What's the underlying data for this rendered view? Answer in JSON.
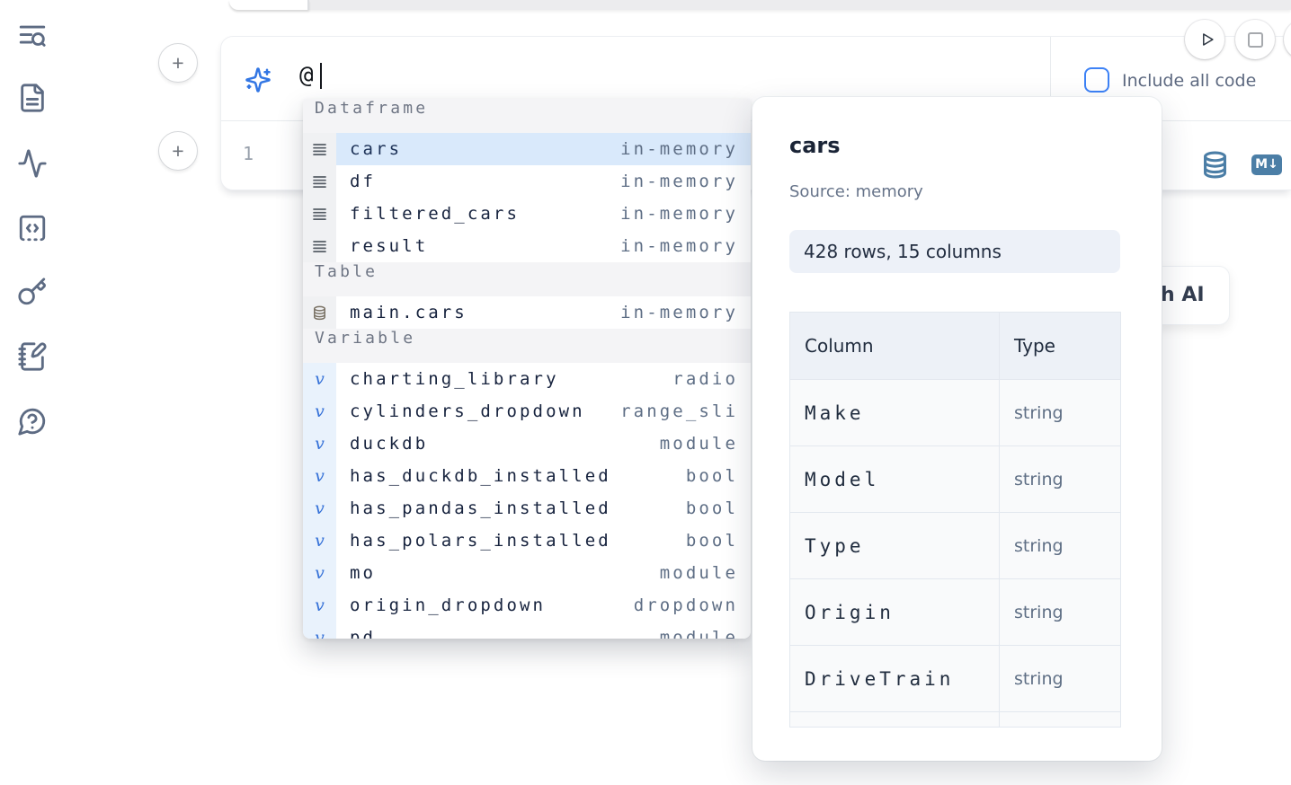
{
  "sidebar": {
    "items": [
      {
        "icon": "contents-search",
        "name": "search"
      },
      {
        "icon": "file-text",
        "name": "files"
      },
      {
        "icon": "activity",
        "name": "activity"
      },
      {
        "icon": "code-square",
        "name": "snippets"
      },
      {
        "icon": "key",
        "name": "keymap"
      },
      {
        "icon": "notebook-pen",
        "name": "scratchpad"
      },
      {
        "icon": "help-chat",
        "name": "help"
      }
    ]
  },
  "toolbar": {
    "include_all_code_label": "Include all code"
  },
  "prompt": {
    "value": "@"
  },
  "editor": {
    "line_number": "1",
    "markdown_badge": "M↓"
  },
  "autocomplete": {
    "sections": [
      {
        "label": "Dataframe",
        "items": [
          {
            "name": "cars",
            "type": "in-memory",
            "icon": "rows",
            "selected": true
          },
          {
            "name": "df",
            "type": "in-memory",
            "icon": "rows"
          },
          {
            "name": "filtered_cars",
            "type": "in-memory",
            "icon": "rows"
          },
          {
            "name": "result",
            "type": "in-memory",
            "icon": "rows"
          }
        ]
      },
      {
        "label": "Table",
        "items": [
          {
            "name": "main.cars",
            "type": "in-memory",
            "icon": "database"
          }
        ]
      },
      {
        "label": "Variable",
        "items": [
          {
            "name": "charting_library",
            "type": "radio",
            "icon": "variable"
          },
          {
            "name": "cylinders_dropdown",
            "type": "range_sli",
            "icon": "variable"
          },
          {
            "name": "duckdb",
            "type": "module",
            "icon": "variable"
          },
          {
            "name": "has_duckdb_installed",
            "type": "bool",
            "icon": "variable"
          },
          {
            "name": "has_pandas_installed",
            "type": "bool",
            "icon": "variable"
          },
          {
            "name": "has_polars_installed",
            "type": "bool",
            "icon": "variable"
          },
          {
            "name": "mo",
            "type": "module",
            "icon": "variable"
          },
          {
            "name": "origin_dropdown",
            "type": "dropdown",
            "icon": "variable"
          },
          {
            "name": "pd",
            "type": "module",
            "icon": "variable"
          }
        ]
      }
    ]
  },
  "preview": {
    "title": "cars",
    "source_label": "Source: memory",
    "shape_badge": "428 rows, 15 columns",
    "table": {
      "headers": [
        "Column",
        "Type"
      ],
      "rows": [
        [
          "Make",
          "string"
        ],
        [
          "Model",
          "string"
        ],
        [
          "Type",
          "string"
        ],
        [
          "Origin",
          "string"
        ],
        [
          "DriveTrain",
          "string"
        ],
        [
          "",
          ""
        ]
      ]
    }
  },
  "ai_card": {
    "partial_label": "h AI"
  }
}
